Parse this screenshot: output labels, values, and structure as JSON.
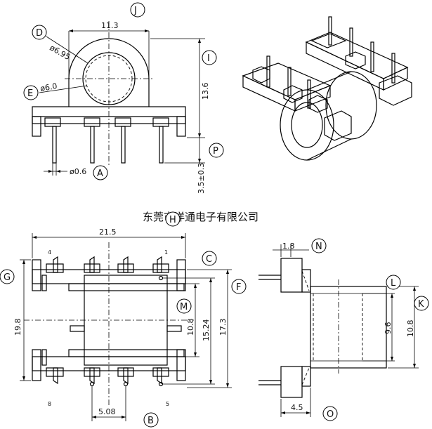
{
  "watermark": "东莞市洋通电子有限公司",
  "callouts": {
    "A": "A",
    "B": "B",
    "C": "C",
    "D": "D",
    "E": "E",
    "F": "F",
    "G": "G",
    "H": "H",
    "I": "I",
    "J": "J",
    "K": "K",
    "L": "L",
    "M": "M",
    "N": "N",
    "O": "O",
    "P": "P"
  },
  "dimensions": {
    "J": "11.3",
    "D": "ø6.95",
    "E": "ø6.0",
    "I": "13.6",
    "A": "ø0.6",
    "P": "3.5±0.3",
    "H": "21.5",
    "G": "19.8",
    "M": "10.8",
    "C": "15.24",
    "F": "17.3",
    "B": "5.08",
    "N": "1.8",
    "L": "9.6",
    "K": "10.8",
    "O": "4.5"
  },
  "pin_numbers": {
    "top_left": "4",
    "top_right": "1",
    "bottom_left": "8",
    "bottom_right": "5"
  }
}
